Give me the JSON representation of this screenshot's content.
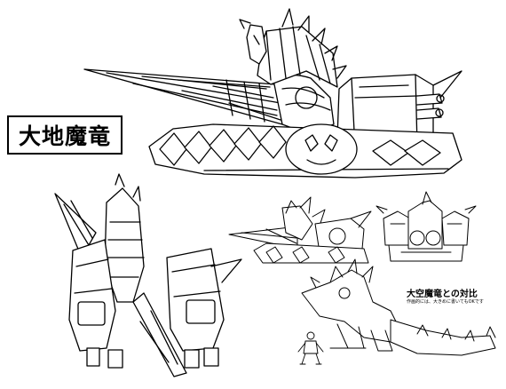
{
  "sheet": {
    "title": "大地魔竜",
    "comparison_title": "大空魔竜との対比",
    "comparison_note": "作画的には、大きめに書いてもOKです",
    "background_color": "#ffffff",
    "line_color": "#000000"
  },
  "views": [
    {
      "id": "main-side-view"
    },
    {
      "id": "top-three-quarter-view"
    },
    {
      "id": "small-side-view"
    },
    {
      "id": "small-front-view"
    },
    {
      "id": "dragon-comparison-view"
    },
    {
      "id": "robot-scale-figure"
    }
  ]
}
